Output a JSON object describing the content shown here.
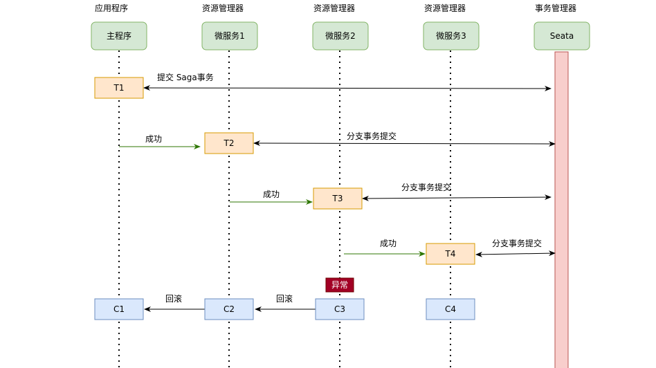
{
  "colors": {
    "lifeline_header_fill": "#d5e8d4",
    "lifeline_header_stroke": "#82b366",
    "seata_bar_fill": "#f8cecc",
    "seata_bar_stroke": "#b85450",
    "t_box_fill": "#ffe6cc",
    "t_box_stroke": "#d79b00",
    "c_box_fill": "#dae8fc",
    "c_box_stroke": "#6c8ebf",
    "success_arrow": "#2d7600",
    "black_arrow": "#000000",
    "exception_fill": "#a20025",
    "exception_text": "#ffffff"
  },
  "roles": [
    "应用程序",
    "资源管理器",
    "资源管理器",
    "资源管理器",
    "事务管理器"
  ],
  "lifelines": [
    "主程序",
    "微服务1",
    "微服务2",
    "微服务3",
    "Seata"
  ],
  "t_boxes": [
    "T1",
    "T2",
    "T3",
    "T4"
  ],
  "c_boxes": [
    "C1",
    "C2",
    "C3",
    "C4"
  ],
  "messages": {
    "submit_saga": "提交 Saga事务",
    "success_1": "成功",
    "branch_commit_1": "分支事务提交",
    "success_2": "成功",
    "branch_commit_2": "分支事务提交",
    "success_3": "成功",
    "branch_commit_3": "分支事务提交",
    "rollback_1": "回滚",
    "rollback_2": "回滚"
  },
  "exception_label": "异常"
}
